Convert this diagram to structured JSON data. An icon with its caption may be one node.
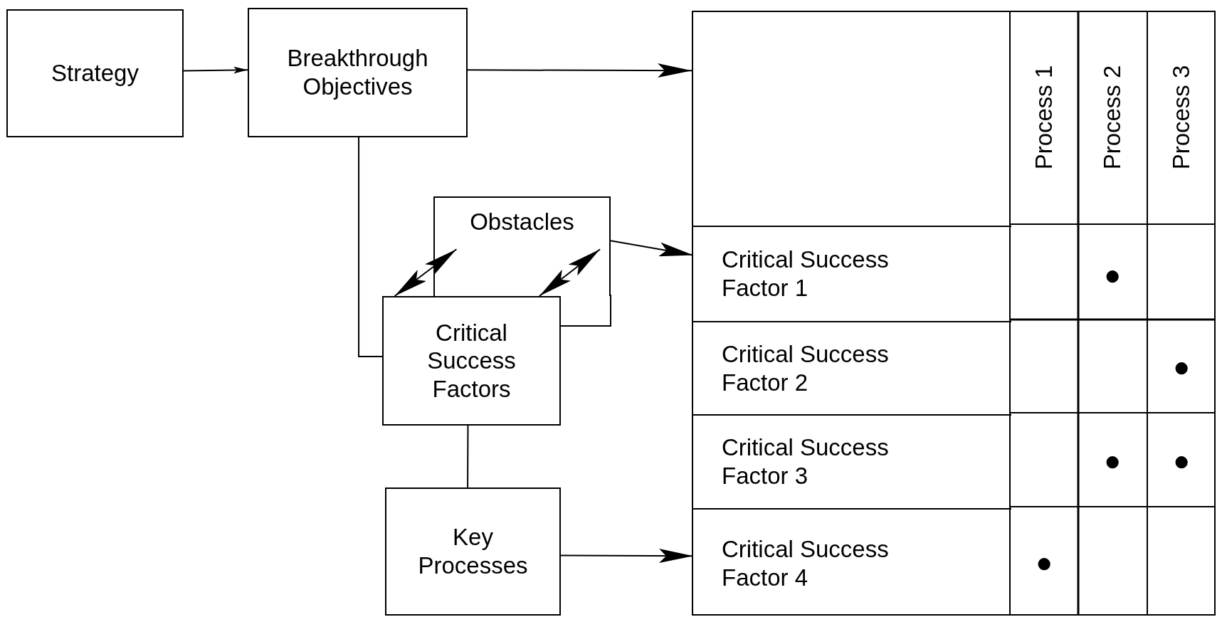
{
  "diagram": {
    "nodes": [
      {
        "text": [
          "Strategy"
        ]
      },
      {
        "text": [
          "Breakthrough Objectives"
        ]
      },
      {
        "text": [
          "Obstacles"
        ]
      },
      {
        "text": [
          "Critical Success Factors"
        ]
      },
      {
        "text": [
          "Key Processes"
        ]
      },
      {
        "text": [],
        "shape": "box"
      },
      {
        "text": [
          "Critical Success Factor 1"
        ],
        "in": 5
      },
      {
        "text": [
          "Critical Success Factor 2"
        ],
        "in": 5
      },
      {
        "text": [
          "Critical Success Factor 3"
        ],
        "in": 5
      },
      {
        "text": [
          "Critical Success Factor 4"
        ],
        "in": 5
      }
    ],
    "edges": [
      {
        "from": 0,
        "to": 1,
        "arrow": "to"
      },
      {
        "from": 1,
        "to": 5,
        "arrow": "to"
      },
      {
        "from": 1,
        "to": 3,
        "arrow": "none"
      },
      {
        "from": 2,
        "to": 6,
        "arrow": "to"
      },
      {
        "from": 3,
        "to": 2,
        "arrow": "both"
      },
      {
        "from": 3,
        "to": 2,
        "arrow": "both"
      },
      {
        "from": 3,
        "to": 4,
        "arrow": "none"
      },
      {
        "from": 4,
        "to": 9,
        "arrow": "to"
      }
    ],
    "labels": [
      "Process 1",
      "Process 2",
      "Process 3",
      "●",
      "●",
      "●",
      "●",
      "●"
    ]
  }
}
